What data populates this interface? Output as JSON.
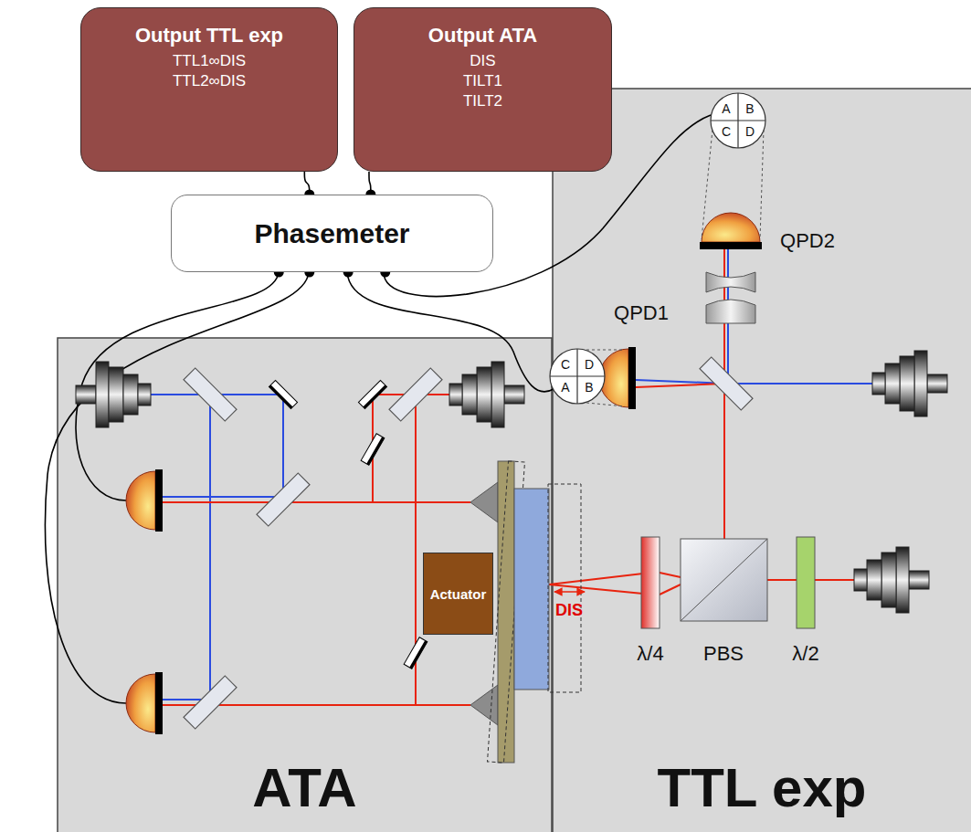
{
  "diagram": {
    "nodes": [
      {
        "text": [
          "Output TTL exp",
          "TTL1∞DIS",
          "TTL2∞DIS"
        ]
      },
      {
        "text": [
          "Output ATA",
          "DIS",
          "TILT1",
          "TILT2"
        ]
      },
      {
        "text": [
          "Phasemeter"
        ]
      },
      {
        "text": [
          "ATA"
        ]
      },
      {
        "text": [
          "Actuator"
        ],
        "in": 3
      },
      {
        "text": [
          "TTL exp"
        ]
      }
    ],
    "edges": [
      {
        "from": 2,
        "to": 0,
        "arrow": "none"
      },
      {
        "from": 2,
        "to": 1,
        "arrow": "none"
      }
    ],
    "labels": [
      "QPD2",
      "QPD1",
      "A",
      "B",
      "C",
      "D",
      "A",
      "B",
      "C",
      "D",
      "DIS",
      "λ/4",
      "PBS",
      "λ/2"
    ]
  }
}
